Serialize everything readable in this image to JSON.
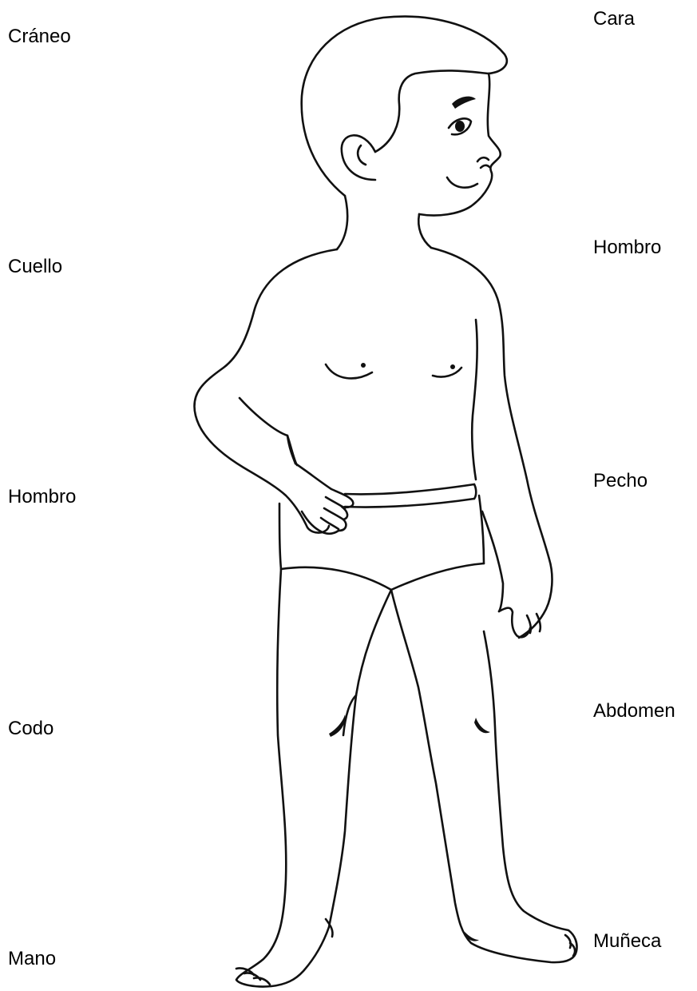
{
  "labels": {
    "left": [
      "Cráneo",
      "Cuello",
      "Hombro",
      "Codo",
      "Mano"
    ],
    "right": [
      "Cara",
      "Hombro",
      "Pecho",
      "Abdomen",
      "Muñeca"
    ]
  },
  "colors": {
    "background": "#ffffff",
    "text": "#000000",
    "line": "#111111"
  }
}
